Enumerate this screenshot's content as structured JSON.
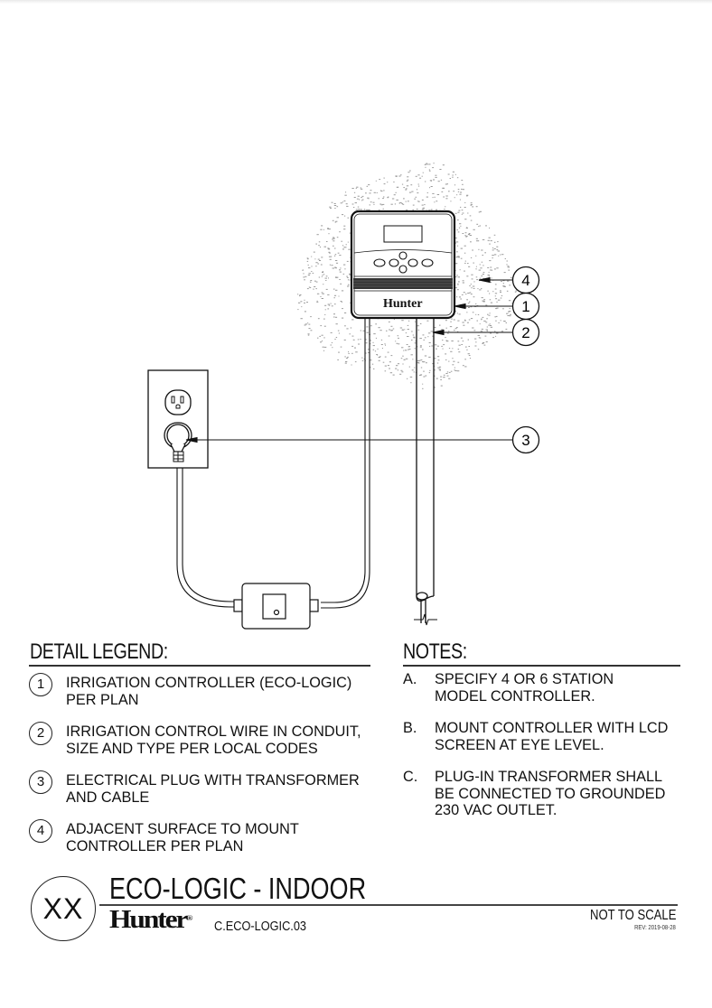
{
  "drawing": {
    "controller_brand": "Hunter",
    "callouts": [
      {
        "number": "4",
        "refers_to": "adjacent-surface"
      },
      {
        "number": "1",
        "refers_to": "controller"
      },
      {
        "number": "2",
        "refers_to": "conduit"
      },
      {
        "number": "3",
        "refers_to": "plug"
      }
    ]
  },
  "legend": {
    "heading": "DETAIL LEGEND:",
    "items": [
      {
        "number": "1",
        "line1": "IRRIGATION CONTROLLER (ECO-LOGIC)",
        "line2": "PER PLAN"
      },
      {
        "number": "2",
        "line1": "IRRIGATION CONTROL WIRE IN CONDUIT,",
        "line2": "SIZE AND TYPE PER LOCAL CODES"
      },
      {
        "number": "3",
        "line1": "ELECTRICAL PLUG WITH TRANSFORMER",
        "line2": "AND CABLE"
      },
      {
        "number": "4",
        "line1": "ADJACENT SURFACE TO MOUNT",
        "line2": "CONTROLLER PER PLAN"
      }
    ]
  },
  "notes": {
    "heading": "NOTES:",
    "items": [
      {
        "letter": "A.",
        "line1": "SPECIFY 4 OR 6 STATION",
        "line2": "MODEL CONTROLLER.",
        "line3": ""
      },
      {
        "letter": "B.",
        "line1": "MOUNT CONTROLLER WITH LCD",
        "line2": "SCREEN AT EYE LEVEL.",
        "line3": ""
      },
      {
        "letter": "C.",
        "line1": "PLUG-IN TRANSFORMER SHALL",
        "line2": "BE CONNECTED TO GROUNDED",
        "line3": "230 VAC OUTLET."
      }
    ]
  },
  "title_block": {
    "detail_number": "XX",
    "title": "ECO-LOGIC - INDOOR",
    "brand_logo": "Hunter",
    "brand_mark": "®",
    "drawing_code": "C.ECO-LOGIC.03",
    "scale": "NOT TO SCALE",
    "revision": "REV: 2019-08-28"
  }
}
